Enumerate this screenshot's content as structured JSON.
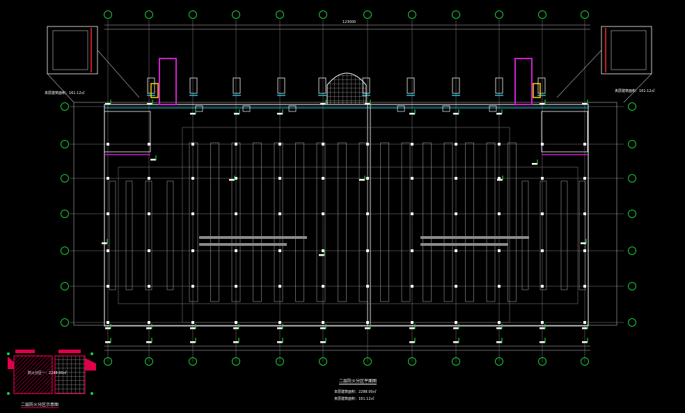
{
  "drawing": {
    "title": "二层防火分区平面图",
    "area_line_1": "本层建筑面积：2288.00㎡",
    "area_line_2": "夹层建筑面积：161.12㎡",
    "mezzanine_left_label": "夹层建筑面积：161.12㎡",
    "mezzanine_right_label": "夹层建筑面积：161.12㎡",
    "keyplan_title": "二层防火分区示意图",
    "keyplan_zone_label": "防火分区一：2288.00㎡",
    "overall_dimension": "123000"
  },
  "colors": {
    "background": "#000000",
    "linework": "#ffffff",
    "axis_bubble": "#19d23a",
    "stair": "#d21fd2",
    "water": "#12c8e6",
    "fire_door": "#ff2a2a",
    "accent": "#ffd800",
    "keyplan_fill": "#e0004a"
  },
  "icons": {
    "axis": "axis-bubble-icon",
    "hydrant": "fire-hydrant-icon",
    "stair": "stair-icon",
    "atrium": "glass-dome-icon"
  }
}
